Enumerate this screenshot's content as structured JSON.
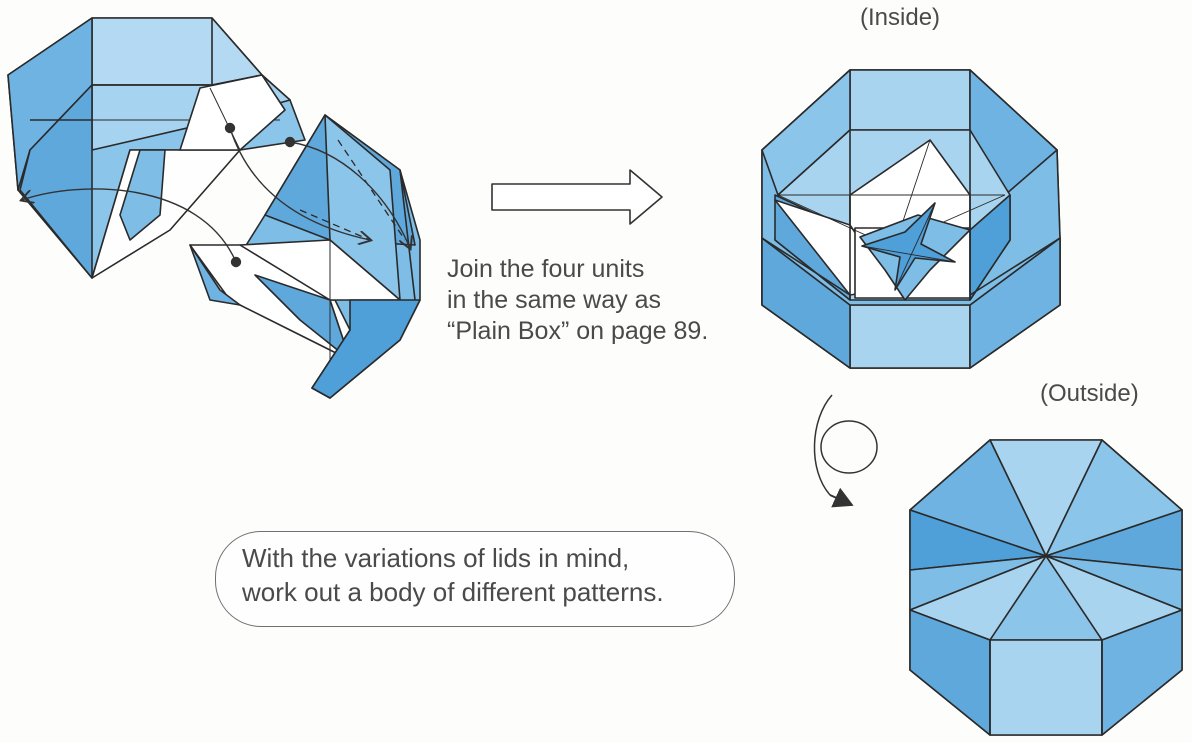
{
  "labels": {
    "inside": "(Inside)",
    "outside": "(Outside)"
  },
  "instruction": {
    "lines": [
      "Join the four units",
      "in the same way as",
      "“Plain Box” on page 89."
    ]
  },
  "note": {
    "lines": [
      "With the variations of lids in mind,",
      "work out a body of different patterns."
    ]
  },
  "icons": {
    "arrow": "right-hollow-arrow-icon",
    "turn_over": "turn-over-icon"
  },
  "colors": {
    "paper_light": "#a9d4ef",
    "paper_mid": "#7dbde6",
    "paper_dark": "#4f9fd8",
    "line": "#2a2a2a",
    "background": "#fdfdfb"
  }
}
